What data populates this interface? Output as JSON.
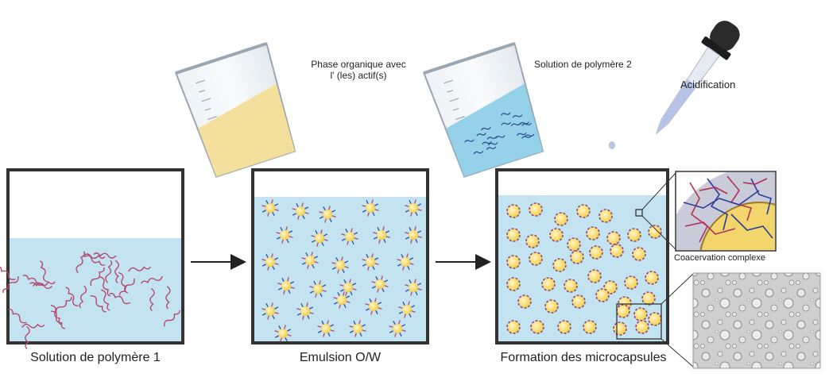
{
  "labels": {
    "beaker1": "Solution de polymère 1",
    "beaker2": "Emulsion O/W",
    "beaker3": "Formation des microcapsules",
    "organic_line1": "Phase organique avec",
    "organic_line2": "l' (les) actif(s)",
    "polymer2": "Solution de polymère 2",
    "acid": "Acidification",
    "coacervation": "Coacervation complexe"
  },
  "colors": {
    "water": "#c3e3f0",
    "organic_liquid": "#f3dd97",
    "droplet": "#f7db6a",
    "polymer_red": "#b34a6a",
    "polymer_blue": "#3a4aa0",
    "frame": "#333333",
    "pipette_bulb": "#2b2b2b"
  },
  "icons": {
    "pour_beaker_organic": "beaker-icon",
    "pour_beaker_polymer": "beaker-icon",
    "dropper": "dropper-icon",
    "arrow": "arrow-right-icon",
    "zoom_circle": "magnifier-icon",
    "micrograph": "microscope-image"
  }
}
